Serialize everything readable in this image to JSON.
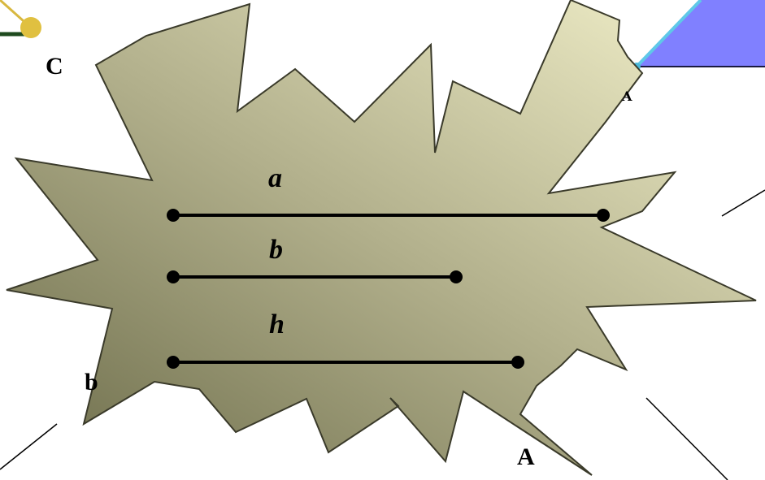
{
  "labels": {
    "corner_c": "C",
    "corner_a_small": "A",
    "bottom_a": "A",
    "side_b": "b",
    "segment_a": "a",
    "segment_b": "b",
    "segment_h": "h"
  },
  "colors": {
    "burst_light": "#f4f2cc",
    "burst_dark": "#6f6f4e",
    "burst_stroke": "#3a3a2a",
    "triangle_fill": "#8080ff",
    "triangle_edge": "#5fc8e8",
    "olive_line": "#1e4a1e",
    "yellow_point": "#e0c040",
    "segment": "#000000"
  }
}
